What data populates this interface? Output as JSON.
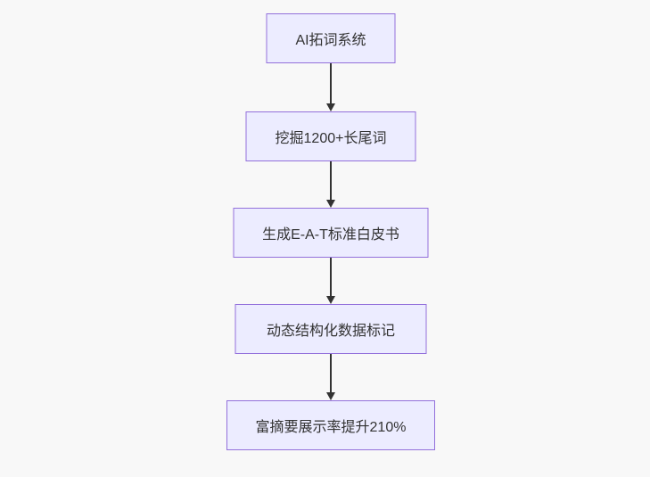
{
  "diagram": {
    "type": "flowchart",
    "direction": "top-down",
    "nodes": [
      {
        "id": "A",
        "label": "AI拓词系统"
      },
      {
        "id": "B",
        "label": "挖掘1200+长尾词"
      },
      {
        "id": "C",
        "label": "生成E-A-T标准白皮书"
      },
      {
        "id": "D",
        "label": "动态结构化数据标记"
      },
      {
        "id": "E",
        "label": "富摘要展示率提升210%"
      }
    ],
    "edges": [
      {
        "from": "A",
        "to": "B"
      },
      {
        "from": "B",
        "to": "C"
      },
      {
        "from": "C",
        "to": "D"
      },
      {
        "from": "D",
        "to": "E"
      }
    ],
    "colors": {
      "node_fill": "#ECECFF",
      "node_border": "#9370DB",
      "edge": "#333333",
      "text": "#333333",
      "background": "#f8f8f8"
    }
  }
}
